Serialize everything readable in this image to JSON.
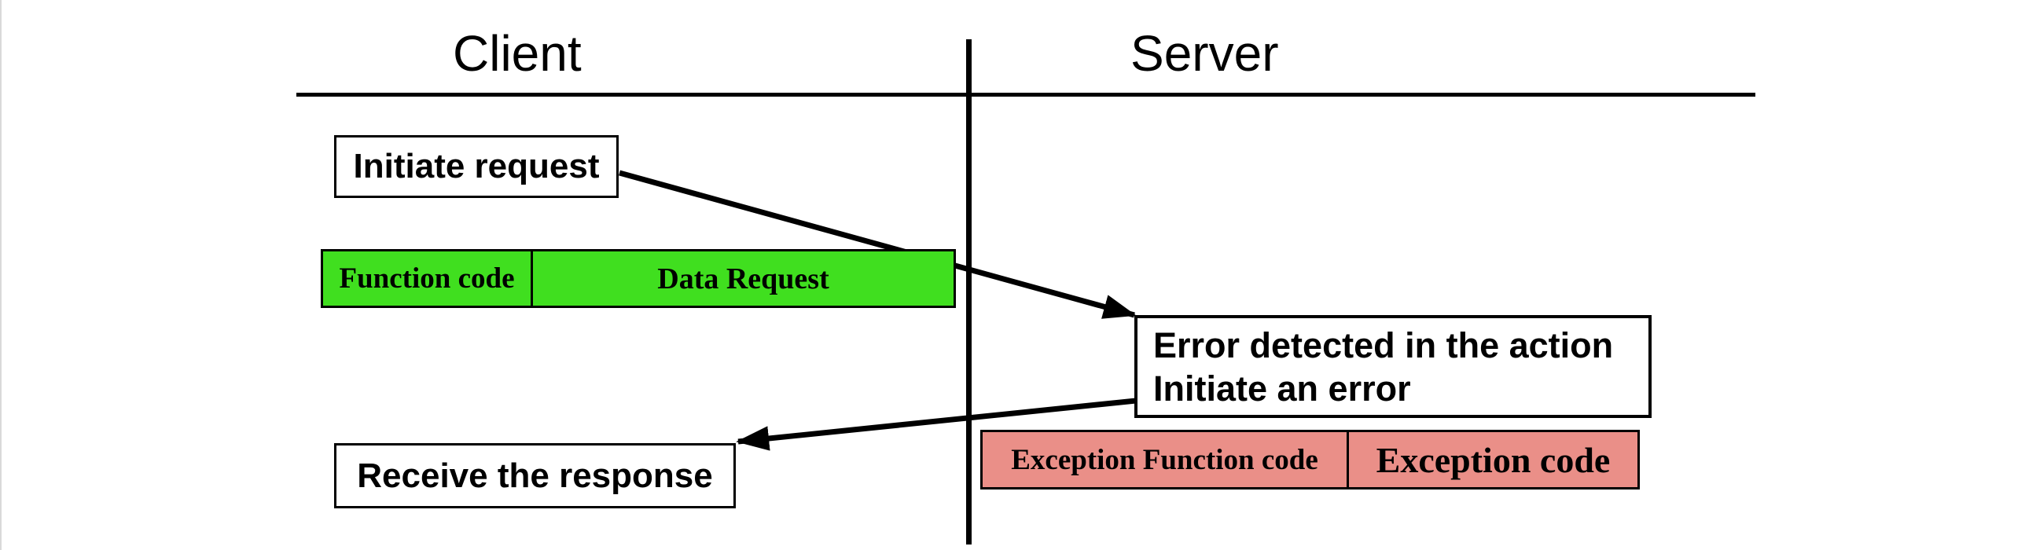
{
  "headers": {
    "client": "Client",
    "server": "Server"
  },
  "client_side": {
    "initiate_request_label": "Initiate request",
    "receive_response_label": "Receive the response",
    "request_frame": {
      "cells": [
        "Function code",
        "Data Request"
      ],
      "fill": "#40DF1F"
    }
  },
  "server_side": {
    "error_box": {
      "line1": "Error detected in the action",
      "line2": "Initiate an error"
    },
    "response_frame": {
      "cells": [
        "Exception Function code",
        "Exception code"
      ],
      "fill": "#EA8F88"
    }
  },
  "colors": {
    "stroke": "#000000",
    "request_fill": "#40DF1F",
    "exception_fill": "#EA8F88"
  }
}
